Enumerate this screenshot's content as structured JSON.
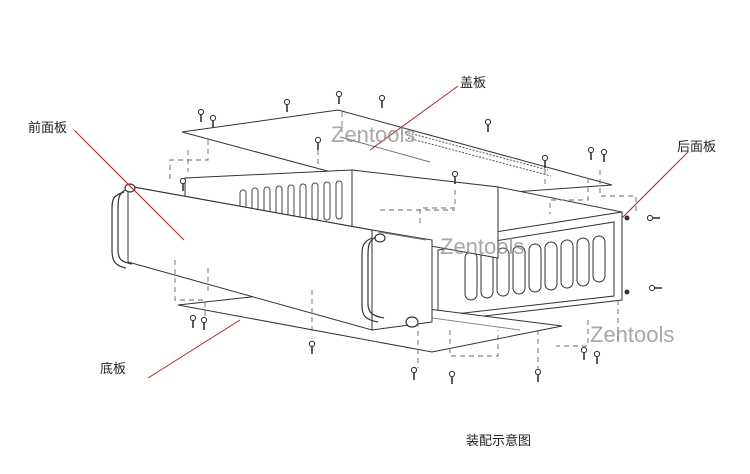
{
  "labels": {
    "top_cover": "盖板",
    "front_panel": "前面板",
    "rear_panel": "后面板",
    "bottom_plate": "底板"
  },
  "caption": "装配示意图",
  "watermark": "Zentools",
  "colors": {
    "ink": "#333333",
    "leader": "#b22222",
    "watermark": "#8a8a8a",
    "background": "#ffffff"
  }
}
